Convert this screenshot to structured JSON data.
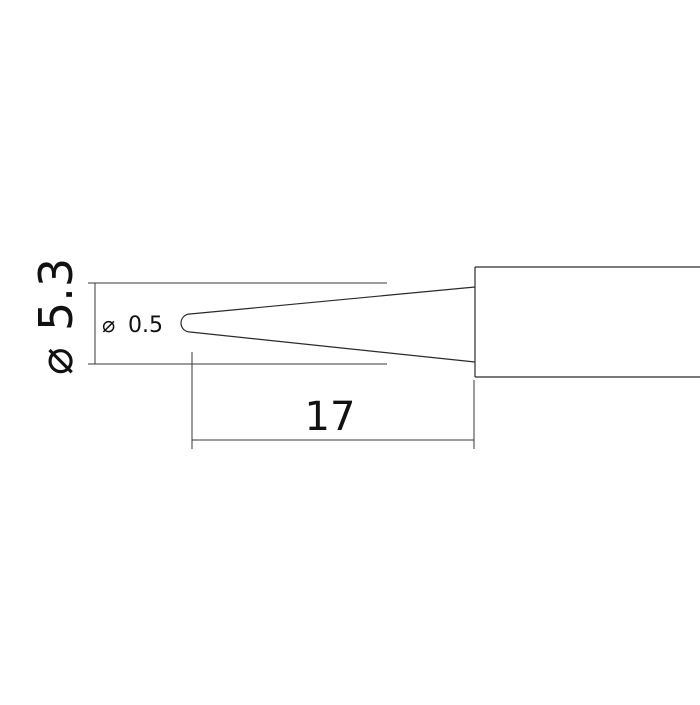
{
  "dimensions": {
    "outer_diameter": {
      "symbol": "⌀",
      "value": "5.3"
    },
    "tip_diameter": {
      "symbol": "⌀",
      "value": "0.5"
    },
    "taper_length": {
      "value": "17"
    }
  },
  "colors": {
    "line": "#2a2a2a",
    "background": "#ffffff",
    "text": "#111111"
  }
}
